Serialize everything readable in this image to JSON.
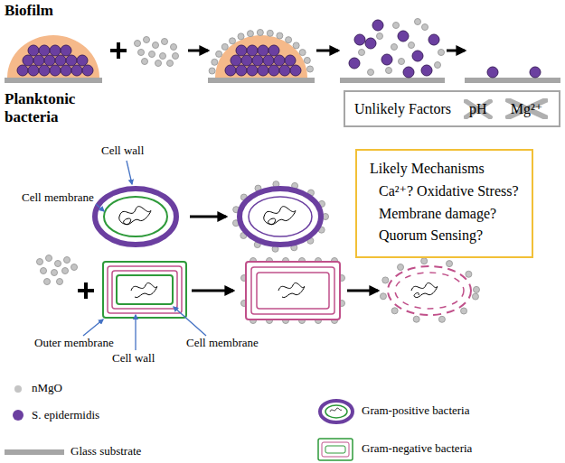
{
  "diagram": {
    "nodes": [
      {
        "text": [
          "Unlikely Factors",
          "pH",
          "Mg²⁺"
        ]
      },
      {
        "text": [
          "Likely Mechanisms",
          "Ca²⁺? Oxidative Stress?",
          "Membrane damage?",
          "Quorum Sensing?"
        ]
      }
    ],
    "labels": [
      "Biofilm",
      "Planktonic bacteria",
      "Cell wall",
      "Cell membrane",
      "Outer membrane",
      "Cell wall",
      "Cell membrane"
    ],
    "legend": [
      {
        "text": "nMgO",
        "color": "#c4c4c4"
      },
      {
        "text": "S. epidermidis",
        "color": "#6b3fa0"
      },
      {
        "text": "Glass substrate",
        "color": "#a6a6a6"
      },
      {
        "text": "Gram-positive bacteria"
      },
      {
        "text": "Gram-negative bacteria"
      }
    ]
  }
}
